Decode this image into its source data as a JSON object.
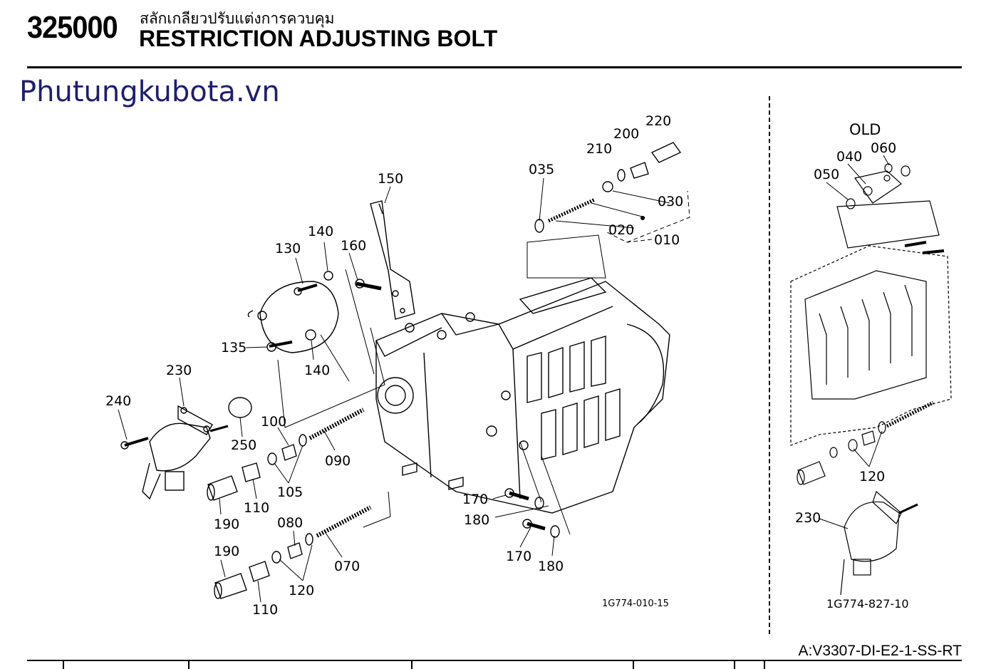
{
  "header": {
    "part_group_code": "325000",
    "title_thai": "สลักเกลียวปรับแต่งการควบคุม",
    "title_english": "RESTRICTION ADJUSTING BOLT"
  },
  "watermark": "Phutungkubota.vn",
  "diagram": {
    "main_figure_code": "1G774-010-15",
    "inset_title": "OLD",
    "inset_figure_code": "1G774-827-10",
    "main_labels": [
      "220",
      "200",
      "210",
      "035",
      "030",
      "020",
      "010",
      "150",
      "140",
      "130",
      "160",
      "135",
      "140",
      "230",
      "240",
      "250",
      "100",
      "090",
      "105",
      "110",
      "190",
      "080",
      "070",
      "120",
      "190",
      "110",
      "170",
      "180",
      "170",
      "180"
    ],
    "inset_labels": [
      "060",
      "040",
      "050",
      "120",
      "230"
    ]
  },
  "footer": {
    "model_code": "A:V3307-DI-E2-1-SS-RT"
  }
}
